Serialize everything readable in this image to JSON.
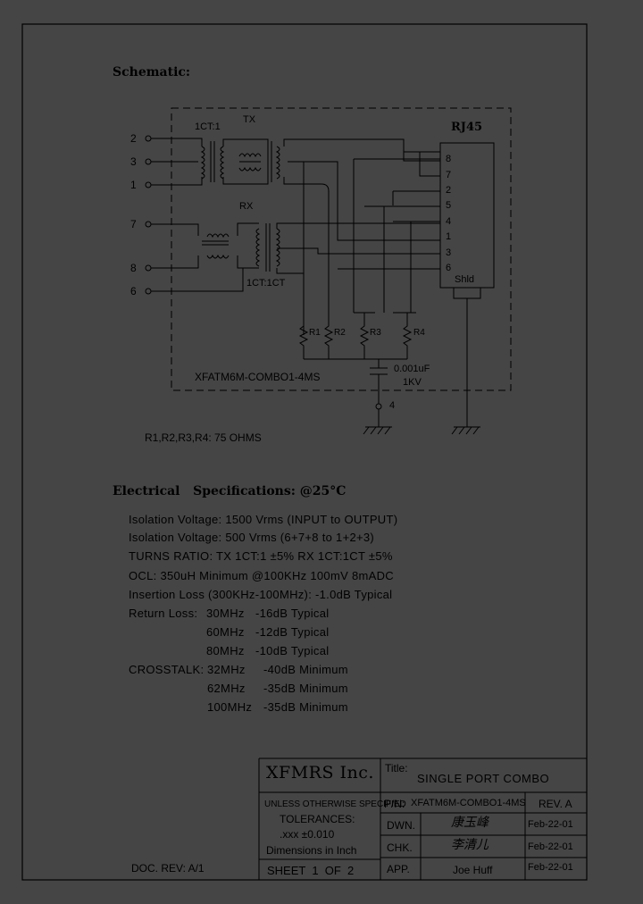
{
  "schematic": {
    "heading": "Schematic:",
    "tx_label": "TX",
    "rx_label": "RX",
    "tx_ratio": "1CT:1",
    "rx_ratio": "1CT:1CT",
    "connector": "RJ45",
    "shield": "Shld",
    "left_pins": [
      "2",
      "3",
      "1",
      "7",
      "8",
      "6"
    ],
    "rj45_pins": [
      "8",
      "7",
      "2",
      "5",
      "4",
      "1",
      "3",
      "6"
    ],
    "resistors": [
      "R1",
      "R2",
      "R3",
      "R4"
    ],
    "cap_value": "0.001uF",
    "cap_voltage": "1KV",
    "ground_pin": "4",
    "part_label": "XFATM6M-COMBO1-4MS",
    "resistor_note": "R1,R2,R3,R4: 75 OHMS"
  },
  "electrical": {
    "heading": "Electrical   Specifications: @25°C",
    "lines": [
      "Isolation Voltage:  1500 Vrms (INPUT to OUTPUT)",
      "Isolation Voltage:  500 Vrms (6+7+8 to 1+2+3)",
      "TURNS RATIO: TX 1CT:1 ±5%  RX 1CT:1CT ±5%",
      "OCL: 350uH Minimum @100KHz 100mV 8mADC",
      "Insertion Loss (300KHz-100MHz): -1.0dB Typical"
    ],
    "return_loss_label": "Return Loss:",
    "return_loss": [
      {
        "freq": "30MHz",
        "value": "-16dB Typical"
      },
      {
        "freq": "60MHz",
        "value": "-12dB Typical"
      },
      {
        "freq": "80MHz",
        "value": "-10dB Typical"
      }
    ],
    "crosstalk_label": "CROSSTALK:",
    "crosstalk": [
      {
        "freq": "32MHz",
        "value": "-40dB Minimum"
      },
      {
        "freq": "62MHz",
        "value": "-35dB Minimum"
      },
      {
        "freq": "100MHz",
        "value": "-35dB Minimum"
      }
    ]
  },
  "title_block": {
    "company": "XFMRS Inc.",
    "title_label": "Title:",
    "title": "SINGLE PORT COMBO",
    "unless": "UNLESS OTHERWISE SPECIFIED",
    "tolerances": "TOLERANCES:",
    "tol_value": ".xxx ±0.010",
    "dims": "Dimensions in Inch",
    "sheet": "SHEET  1  OF  2",
    "pn_label": "P/N:",
    "pn": "XFATM6M-COMBO1-4MS",
    "rev": "REV. A",
    "dwn_label": "DWN.",
    "dwn_sig": "康玉峰",
    "dwn_date": "Feb-22-01",
    "chk_label": "CHK.",
    "chk_sig": "李清儿",
    "chk_date": "Feb-22-01",
    "app_label": "APP.",
    "app_name": "Joe Huff",
    "app_date": "Feb-22-01",
    "doc_rev": "DOC. REV: A/1"
  }
}
